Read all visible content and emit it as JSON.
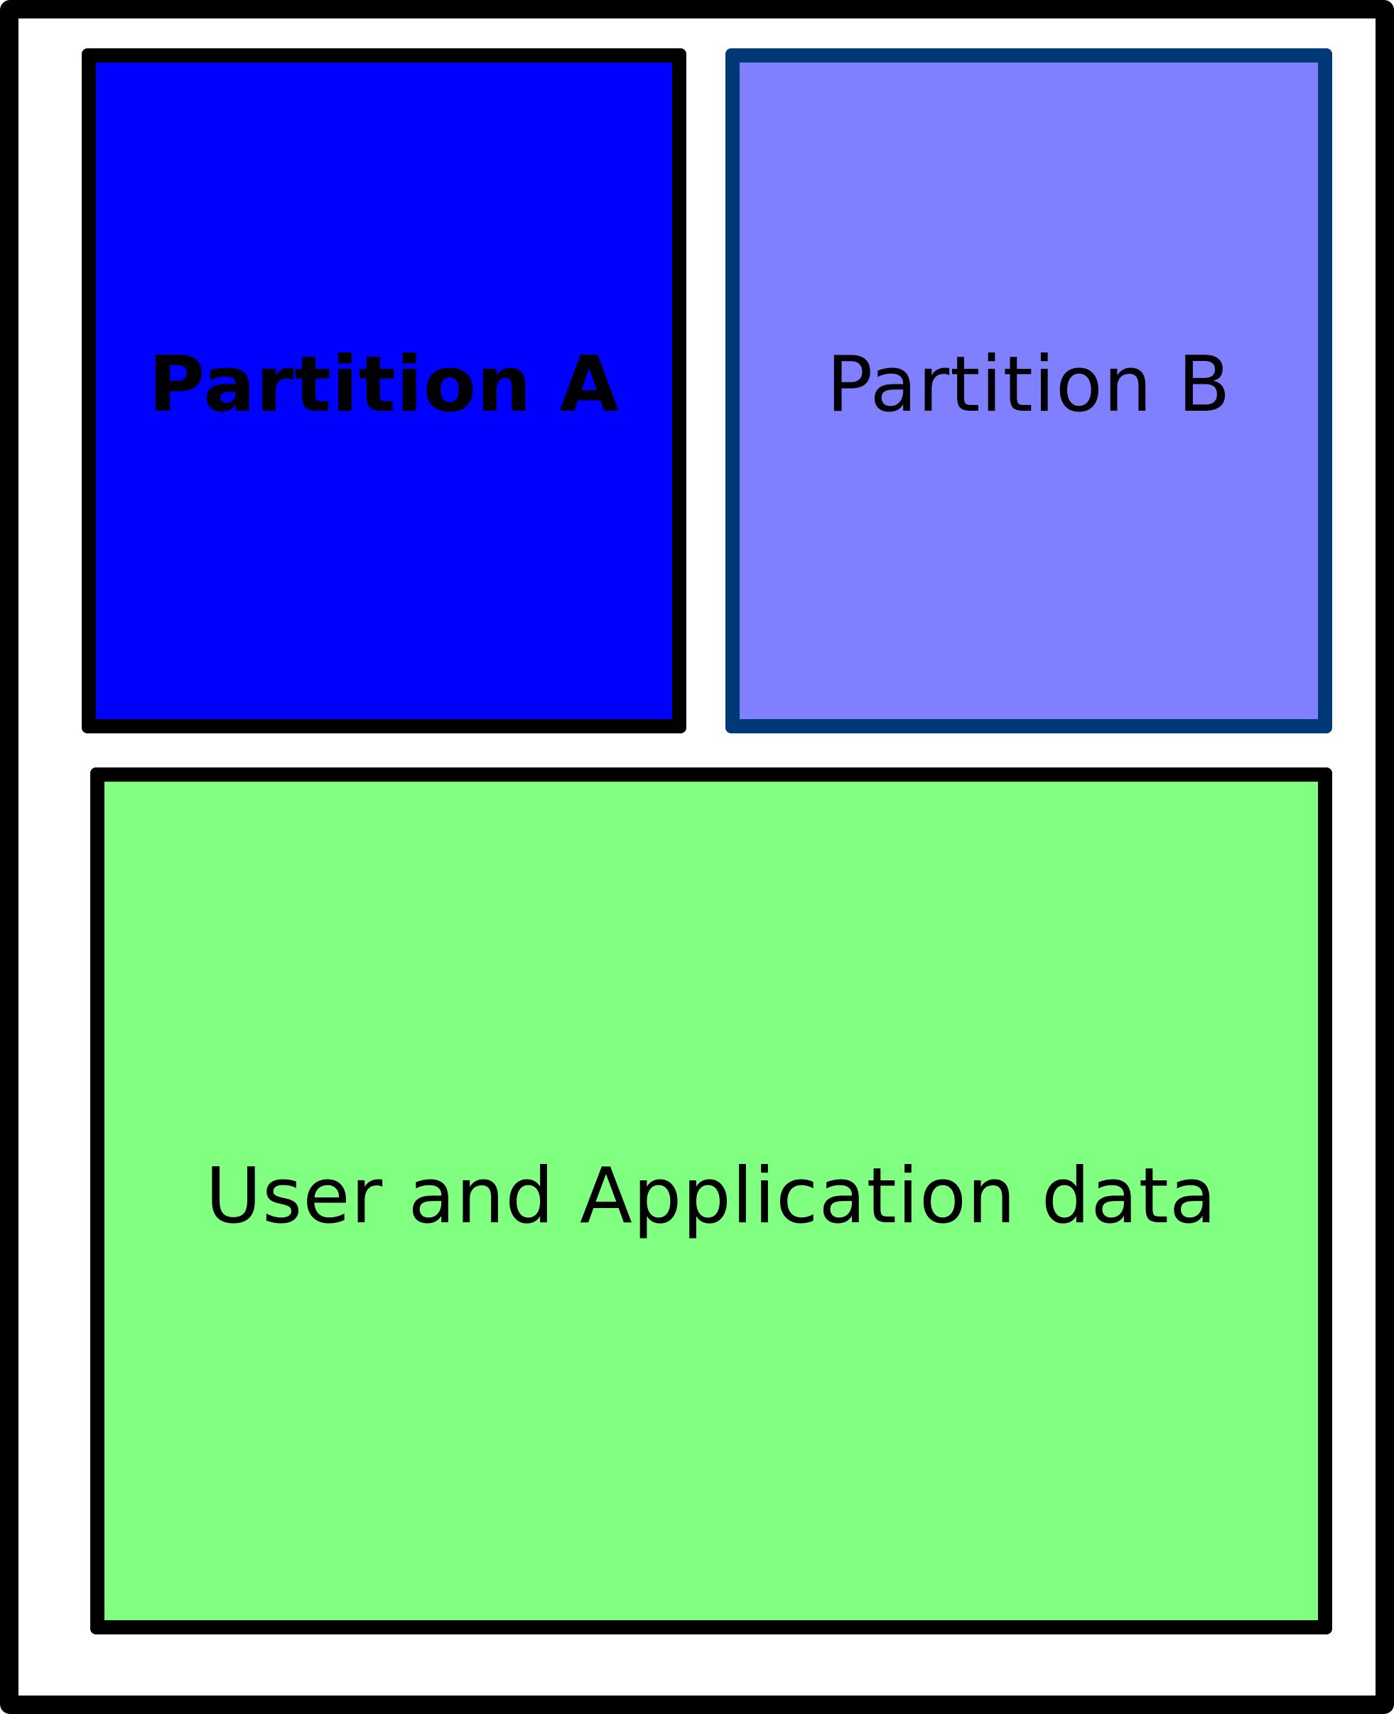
{
  "diagram": {
    "partitions": [
      {
        "id": "a",
        "label": "Partition A",
        "fill": "#0000ff",
        "border": "#000000",
        "bold": true
      },
      {
        "id": "b",
        "label": "Partition B",
        "fill": "#8080ff",
        "border": "#003878",
        "bold": false
      }
    ],
    "user_data": {
      "label": "User and Application data",
      "fill": "#80ff80",
      "border": "#000000"
    },
    "frame": {
      "border": "#000000",
      "fill": "#ffffff"
    }
  }
}
